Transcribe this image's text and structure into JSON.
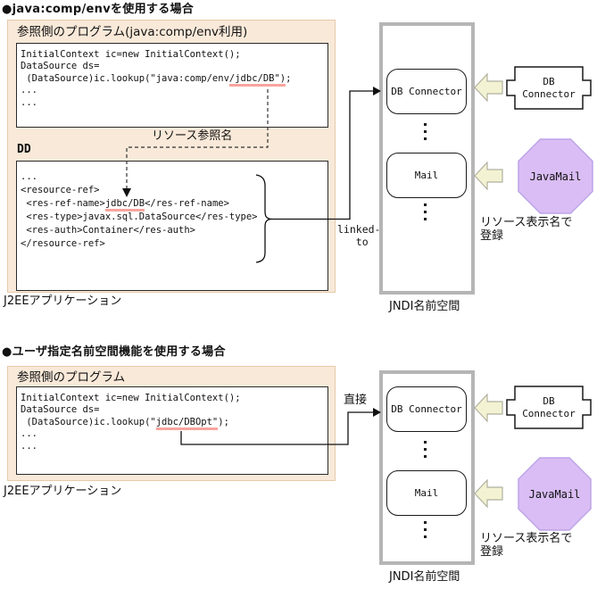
{
  "colors": {
    "beige_fill": "#f9e9d9",
    "beige_border": "#e7c9a9",
    "underline_pink": "#f8a49e",
    "jndi_border_gray": "#b5b5b5",
    "block_arrow_fill": "#f3f3d3",
    "block_arrow_border": "#b0b0a0",
    "octagon_fill": "#d9bdf4",
    "octagon_border": "#bda4e8"
  },
  "s1": {
    "title": "●java:comp/envを使用する場合",
    "program": {
      "heading": "参照側のプログラム(java:comp/env利用)",
      "code1": "InitialContext ic=new InitialContext();",
      "code2": "DataSource ds=",
      "code3_pre": " (DataSource)ic.lookup(\"java:comp/env",
      "code3_mark": "/jdbc/DB\")",
      "code3_post": ";",
      "code4": "...",
      "code5": "..."
    },
    "resource_ref_label": "リソース参照名",
    "dd_label": "DD",
    "dd": {
      "l1": "...",
      "l2": "<resource-ref>",
      "l3_pre": " <res-ref-name>",
      "l3_mark": "jdbc/DB",
      "l3_post": "</res-ref-name>",
      "l4": " <res-type>javax.sql.DataSource</res-type>",
      "l5": " <res-auth>Container</res-auth>",
      "l6": "</resource-ref>"
    },
    "app_label": "J2EEアプリケーション",
    "linked_label": "linked-\n   to",
    "jndi": {
      "entry1": "DB Connector",
      "entry2": "Mail",
      "label": "JNDI名前空間"
    },
    "adapter_label": "DB\nConnector",
    "octagon_label": "JavaMail",
    "register_label": "リソース表示名で\n登録"
  },
  "s2": {
    "title": "●ユーザ指定名前空間機能を使用する場合",
    "program": {
      "heading": "参照側のプログラム",
      "code1": "InitialContext ic=new InitialContext();",
      "code2": "DataSource ds=",
      "code3_pre": " (DataSource)ic.lookup(\"",
      "code3_mark": "jdbc/DBOpt\"",
      "code3_post": ");",
      "code4": "...",
      "code5": "..."
    },
    "direct_label": "直接",
    "app_label": "J2EEアプリケーション",
    "jndi": {
      "entry1": "DB Connector",
      "entry2": "Mail",
      "label": "JNDI名前空間"
    },
    "adapter_label": "DB\nConnector",
    "octagon_label": "JavaMail",
    "register_label": "リソース表示名で\n登録"
  }
}
